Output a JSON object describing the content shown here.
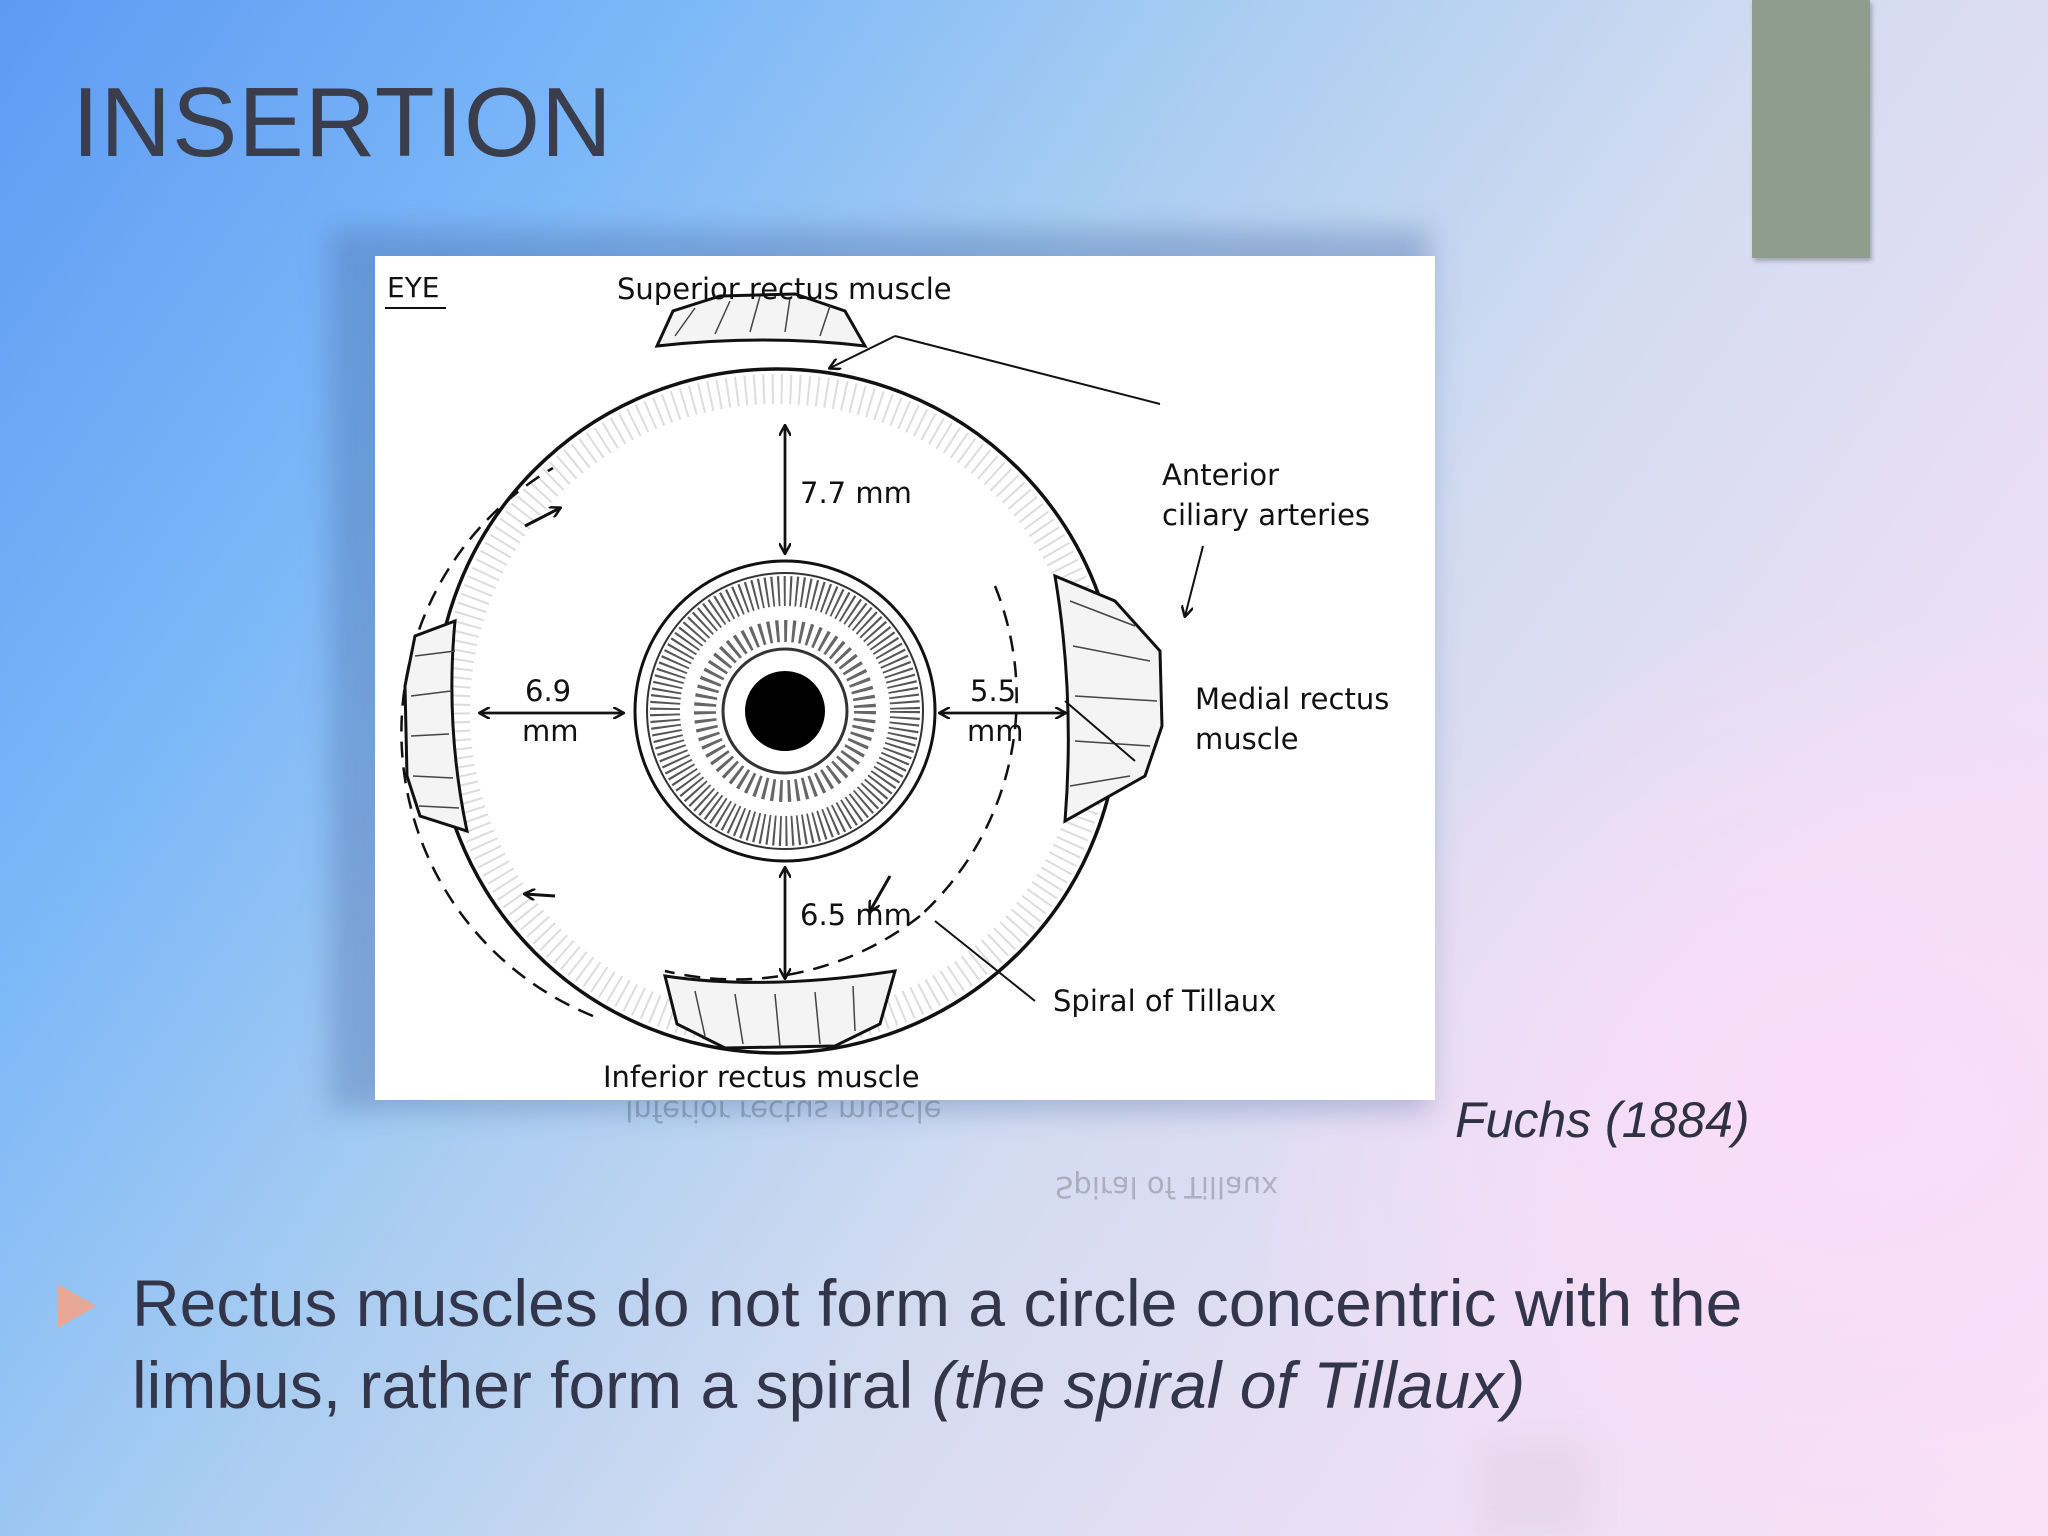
{
  "slide": {
    "title": "INSERTION",
    "citation": "Fuchs (1884)",
    "bullet": {
      "text": "Rectus muscles do not form a circle concentric with the limbus, rather form a spiral ",
      "italic": "(the spiral of Tillaux)"
    }
  },
  "figure": {
    "eye_tag": "EYE",
    "labels": {
      "superior": "Superior rectus muscle",
      "inferior": "Inferior rectus muscle",
      "arteries_line1": "Anterior",
      "arteries_line2": "ciliary arteries",
      "medial_line1": "Medial rectus",
      "medial_line2": "muscle",
      "spiral": "Spiral of Tillaux",
      "top_dist": "7.7 mm",
      "bottom_dist": "6.5 mm",
      "left_val": "6.9",
      "left_unit": "mm",
      "right_val": "5.5",
      "right_unit": "mm"
    }
  },
  "colors": {
    "title_text": "#3a3d4c",
    "accent_bar": "#8f9d8f",
    "bullet_marker": "#e8a898",
    "body_text": "#33364a"
  }
}
